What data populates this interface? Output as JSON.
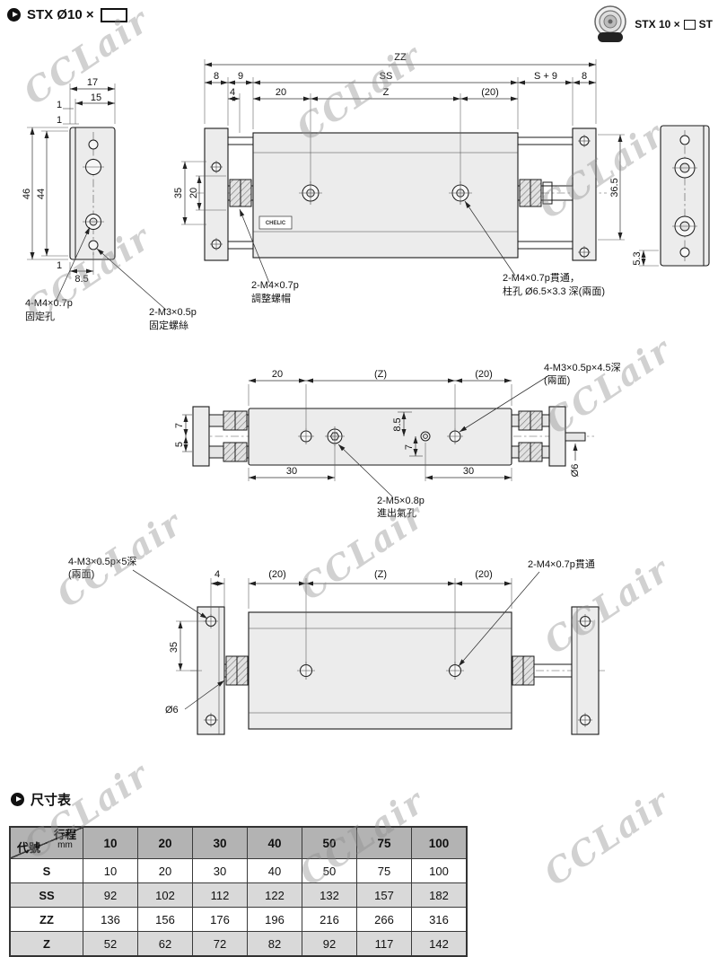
{
  "watermark": "CCLair",
  "header": {
    "title": "STX Ø10 ×",
    "right_model_prefix": "STX 10 ×",
    "right_model_suffix": "ST"
  },
  "view1": {
    "dim_zz": "ZZ",
    "dim_ss": "SS",
    "dim_s9": "S + 9",
    "dim_8l": "8",
    "dim_9": "9",
    "dim_8r": "8",
    "dim_4": "4",
    "dim_20": "20",
    "dim_z": "Z",
    "dim_20p": "(20)",
    "dim_17": "17",
    "dim_15": "15",
    "dim_1a": "1",
    "dim_1b": "1",
    "dim_1c": "1",
    "dim_46": "46",
    "dim_44": "44",
    "dim_85": "8.5",
    "dim_35": "35",
    "dim_20v": "20",
    "dim_365": "36.5",
    "dim_53": "5.3",
    "brand": "CHELIC",
    "note_fix_hole_1": "4-M4×0.7p",
    "note_fix_hole_2": "固定孔",
    "note_fix_screw_1": "2-M3×0.5p",
    "note_fix_screw_2": "固定螺絲",
    "note_adj_nut_1": "2-M4×0.7p",
    "note_adj_nut_2": "調整螺帽",
    "note_through_1": "2-M4×0.7p貫通，",
    "note_through_2": "柱孔 Ø6.5×3.3 深(兩面)"
  },
  "view2": {
    "dim_20": "20",
    "dim_z": "(Z)",
    "dim_20p": "(20)",
    "dim_30l": "30",
    "dim_30r": "30",
    "dim_85": "8.5",
    "dim_7c": "7",
    "dim_7": "7",
    "dim_5": "5",
    "dim_d6": "Ø6",
    "note_tap_1": "4-M3×0.5p×4.5深",
    "note_tap_2": "(兩面)",
    "note_port_1": "2-M5×0.8p",
    "note_port_2": "進出氣孔"
  },
  "view3": {
    "dim_4": "4",
    "dim_20l": "(20)",
    "dim_z": "(Z)",
    "dim_20r": "(20)",
    "dim_35": "35",
    "dim_d6": "Ø6",
    "note_tap_1": "4-M3×0.5p×5深",
    "note_tap_2": "(兩面)",
    "note_through": "2-M4×0.7p貫通"
  },
  "table": {
    "title": "尺寸表",
    "corner_top": "行程",
    "corner_unit": "mm",
    "corner_bottom": "代號",
    "strokes": [
      "10",
      "20",
      "30",
      "40",
      "50",
      "75",
      "100"
    ],
    "rows": [
      {
        "code": "S",
        "values": [
          "10",
          "20",
          "30",
          "40",
          "50",
          "75",
          "100"
        ]
      },
      {
        "code": "SS",
        "values": [
          "92",
          "102",
          "112",
          "122",
          "132",
          "157",
          "182"
        ]
      },
      {
        "code": "ZZ",
        "values": [
          "136",
          "156",
          "176",
          "196",
          "216",
          "266",
          "316"
        ]
      },
      {
        "code": "Z",
        "values": [
          "52",
          "62",
          "72",
          "82",
          "92",
          "117",
          "142"
        ]
      }
    ]
  }
}
